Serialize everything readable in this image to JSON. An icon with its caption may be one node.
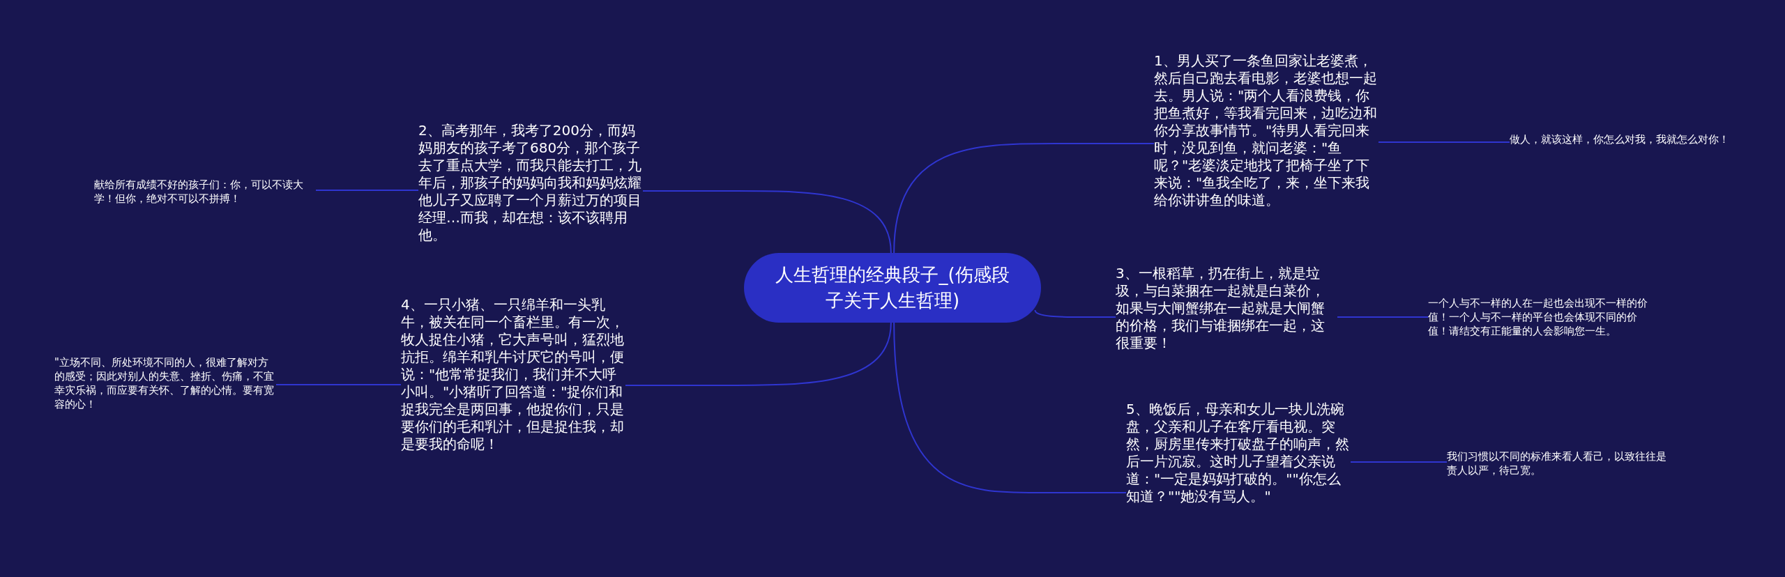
{
  "diagram": {
    "nodes": [
      {
        "text": [
          "人生哲理的经典段子_(伤感段子关于人生哲理)"
        ]
      },
      {
        "text": [
          "1、男人买了一条鱼回家让老婆煮，然后自己跑去看电影，老婆也想一起去。男人说：\"两个人看浪费钱，你把鱼煮好，等我看完回来，边吃边和你分享故事情节。\"待男人看完回来时，没见到鱼，就问老婆：\"鱼呢？\"老婆淡定地找了把椅子坐了下来说：\"鱼我全吃了，来，坐下来我给你讲讲鱼的味道。"
        ]
      },
      {
        "text": [
          "做人，就该这样，你怎么对我，我就怎么对你！"
        ]
      },
      {
        "text": [
          "2、高考那年，我考了200分，而妈妈朋友的孩子考了680分，那个孩子去了重点大学，而我只能去打工，九年后，那孩子的妈妈向我和妈妈炫耀他儿子又应聘了一个月薪过万的项目经理…而我，却在想：该不该聘用他。"
        ]
      },
      {
        "text": [
          "献给所有成绩不好的孩子们：你，可以不读大学！但你，绝对不可以不拼搏！"
        ]
      },
      {
        "text": [
          "3、一根稻草，扔在街上，就是垃圾，与白菜捆在一起就是白菜价，如果与大闸蟹绑在一起就是大闸蟹的价格，我们与谁捆绑在一起，这很重要！"
        ]
      },
      {
        "text": [
          "一个人与不一样的人在一起也会出现不一样的价值！一个人与不一样的平台也会体现不同的价值！请结交有正能量的人会影响您一生。"
        ]
      },
      {
        "text": [
          "4、一只小猪、一只绵羊和一头乳牛，被关在同一个畜栏里。有一次，牧人捉住小猪，它大声号叫，猛烈地抗拒。绵羊和乳牛讨厌它的号叫，便说：\"他常常捉我们，我们并不大呼小叫。\"小猪听了回答道：\"捉你们和捉我完全是两回事，他捉你们，只是要你们的毛和乳汁，但是捉住我，却是要我的命呢！"
        ]
      },
      {
        "text": [
          "\"立场不同、所处环境不同的人，很难了解对方的感受；因此对别人的失意、挫折、伤痛，不宜幸灾乐祸，而应要有关怀、了解的心情。要有宽容的心！"
        ]
      },
      {
        "text": [
          "5、晚饭后，母亲和女儿一块儿洗碗盘，父亲和儿子在客厅看电视。突然，厨房里传来打破盘子的响声，然后一片沉寂。这时儿子望着父亲说道：\"一定是妈妈打破的。\"\"你怎么知道？\"\"她没有骂人。\""
        ]
      },
      {
        "text": [
          "我们习惯以不同的标准来看人看己，以致往往是责人以严，待己宽。"
        ]
      }
    ],
    "edges": [
      {
        "from": 0,
        "to": 1,
        "arrow": "none"
      },
      {
        "from": 1,
        "to": 2,
        "arrow": "none"
      },
      {
        "from": 0,
        "to": 3,
        "arrow": "none"
      },
      {
        "from": 3,
        "to": 4,
        "arrow": "none"
      },
      {
        "from": 0,
        "to": 5,
        "arrow": "none"
      },
      {
        "from": 5,
        "to": 6,
        "arrow": "none"
      },
      {
        "from": 0,
        "to": 7,
        "arrow": "none"
      },
      {
        "from": 7,
        "to": 8,
        "arrow": "none"
      },
      {
        "from": 0,
        "to": 9,
        "arrow": "none"
      },
      {
        "from": 9,
        "to": 10,
        "arrow": "none"
      }
    ]
  }
}
